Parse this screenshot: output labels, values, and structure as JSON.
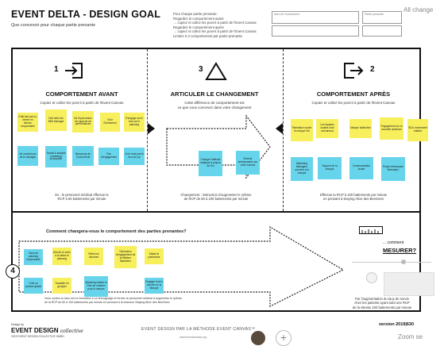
{
  "header": {
    "title": "EVENT DELTA - DESIGN GOAL",
    "subtitle": "Que concevoir pour chaque partie prenante",
    "instructions": [
      "Pour chaque partie prenante:",
      "Regardez le comportement avant",
      "→ copiez et collez les post-it à partir de l'Event Canvas",
      "Regardez le comportement après",
      "→ copiez et collez les post-it à partir de l'Event Canvas",
      "Limitez à 3 comportement par partie prenante."
    ],
    "field_labels": [
      "Nom de l'événement",
      "Partie prenante"
    ],
    "all_changes_label": "All change"
  },
  "sections": {
    "before": {
      "number": "1",
      "title": "COMPORTEMENT AVANT",
      "sub": "Copiez et collez les post-it à partir de l'Event Canvas",
      "yellow_notes": [
        "Il fait tout par lui-même en silence responsable",
        "Doit relier les BMs Manager",
        "Ne lit pas assez de rapports de performances",
        "Vit le Évènement",
        "S'engage sur le tout sur le planning"
      ],
      "cyan_notes": [
        "Ne conduit pas de te manager",
        "Travail & analyse marketing incomplète",
        "Beaucoup de Concurrents",
        "Pas d'engagement",
        "Je le rend pas le leur sur ça"
      ],
      "footer": [
        "Ex.: le personnel médical effectue la",
        "RCP à 60 battements par minute"
      ]
    },
    "articulate": {
      "number": "3",
      "title": "ARTICULER LE CHANGEMENT",
      "sub": [
        "Cette différence de comportement est",
        "ce que vous concevez dans votre changement"
      ],
      "cyan_notes": [
        "Changer l'attitude septique à propos de Sol",
        "Devenir ambassadeur sur votre marché"
      ],
      "footer": [
        "Changement : instruction d'augmenter le rythme",
        "de RCP de 60 à 100 battements par minute"
      ]
    },
    "after": {
      "number": "2",
      "title": "COMPORTEMENT APRÈS",
      "sub": "Copiez et collez les post-it à partir de l'Event Canvas",
      "yellow_notes": [
        "Planeation ouvert le marque Sol",
        "Les équipes locales sont convaincus",
        "Marque distinctive",
        "Engagement sur la nouvelle audience",
        "ISOL événement relative"
      ],
      "cyan_notes": [
        "Marketing Managers convient à la marque",
        "Support de la marque",
        "Communication locale",
        "Projet d'entreprise fédérateur"
      ],
      "footer": [
        "Effectue la RCP à 100 battements par minute",
        "en pensant à Staying Alive des BeeGees"
      ]
    },
    "measure": {
      "number": "4",
      "question": "Comment changera-vous le comportement des parties prenantes?",
      "measure_label": "... comment",
      "measure_title": "MESURER?",
      "yellow_notes": [
        "Décrire et créer à la cibles le planning",
        "Relier les données",
        "Travailler en groupes",
        "Diminution d'engagement de la Meilleur Marketeur",
        "Etablir le patrimoine"
      ],
      "cyan_notes": [
        "Dans de planning responsable",
        "Crée un pensée global",
        "Marketing Mettre le Plan de création pour la marque",
        "Engager tout le monde sur la Marque"
      ],
      "footer": [
        "Vous voulez ce taux est en formation à un témoignage et former le personnel médical à augmenter le rythme",
        "de la RCP de 60 à 100 battements par minute en pensant à la chanson Staying Alive des BeeGees"
      ],
      "measure_footer": [
        "Par l'augmentation du taux de survie",
        "chez les patients ayant subi une RCP",
        "de la vitesse 100 battements par minute"
      ]
    }
  },
  "footer": {
    "design_by": "Design by",
    "brand": "EVENT DESIGN",
    "brand_script": "collective",
    "copyright": "2019 EVENT DESIGN COLLECTIVE GMBH",
    "center": "EVENT DESIGN PAR LA MÉTHODE EVENT CANVAS™",
    "url": "www.eventcanvas.org",
    "version": "version 2019|630",
    "zoom_label": "Zoom se"
  }
}
